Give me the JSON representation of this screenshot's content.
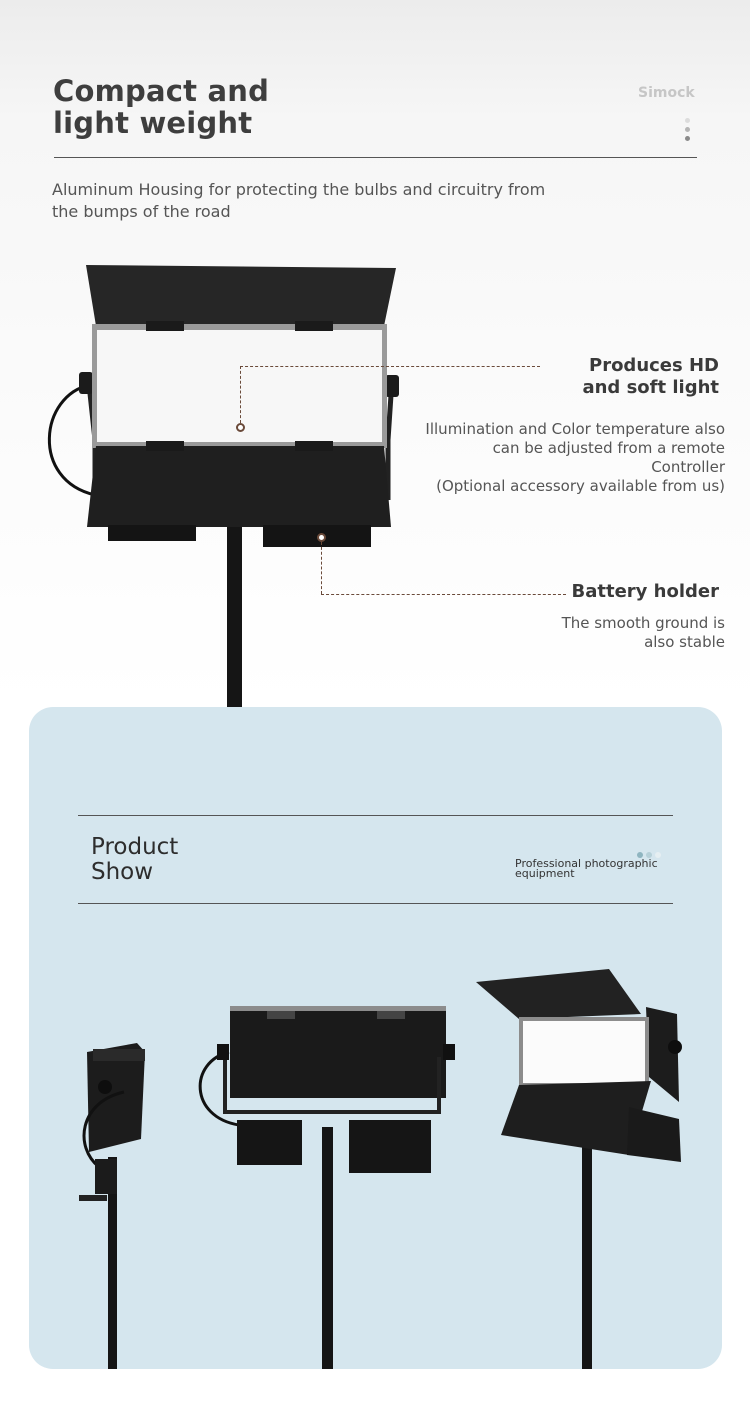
{
  "header": {
    "title_lines": [
      "Compact and",
      "light weight"
    ],
    "brand": "Simock",
    "intro_lines": [
      "Aluminum Housing for protecting the bulbs and circuitry from",
      "the bumps of the road"
    ]
  },
  "features": [
    {
      "title_lines": [
        "Produces HD",
        "and soft light"
      ],
      "text_lines": [
        "Illumination and Color temperature also",
        "can be adjusted from a remote",
        "Controller",
        "(Optional accessory available from us)"
      ]
    },
    {
      "title_lines": [
        "Battery holder"
      ],
      "text_lines": [
        "The smooth ground is",
        "also stable"
      ]
    }
  ],
  "product_show": {
    "title_lines": [
      "Product",
      "Show"
    ],
    "subtitle_lines": [
      "Professional photographic",
      "equipment"
    ]
  },
  "icons": [
    "vertical-dots-icon",
    "horizontal-dots-icon"
  ],
  "colors": {
    "panel_background": "#d5e6ee",
    "callout_line": "#6a4a3a",
    "title_text": "#3e3e3e",
    "brand_text": "#c6c6c6",
    "dot_light": "#cfcfcf",
    "dot_dark": "#8a8a8a",
    "dot_teal": "#8fb5c0"
  }
}
